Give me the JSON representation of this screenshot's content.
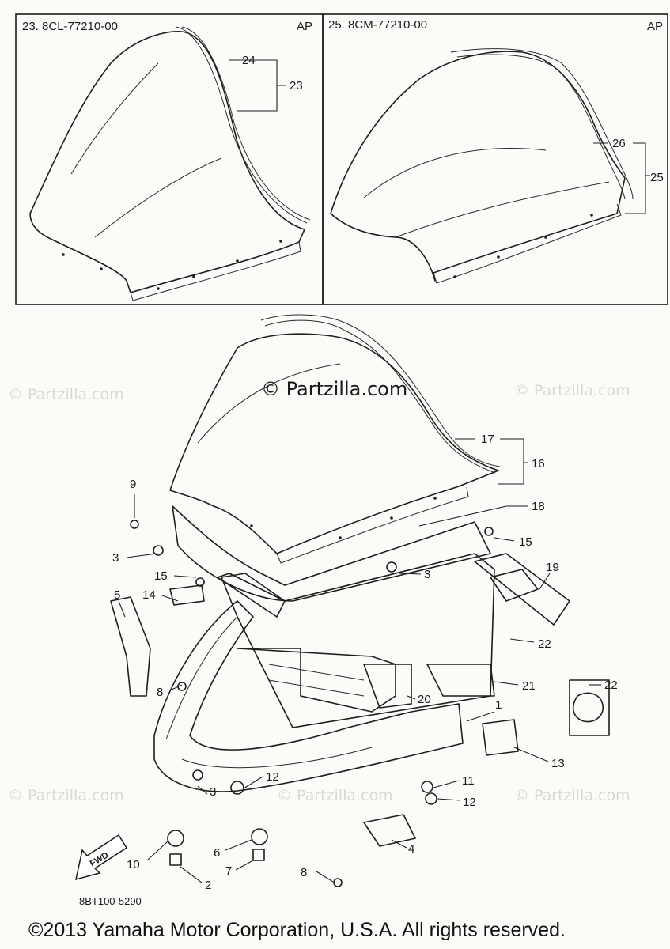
{
  "insets": [
    {
      "title": "23. 8CL-77210-00",
      "region": "AP"
    },
    {
      "title": "25. 8CM-77210-00",
      "region": "AP"
    }
  ],
  "watermark": {
    "main": "© Partzilla.com",
    "faint": "© Partzilla.com"
  },
  "callouts": [
    {
      "id": "c24",
      "text": "24"
    },
    {
      "id": "c23",
      "text": "23"
    },
    {
      "id": "c26",
      "text": "26"
    },
    {
      "id": "c25",
      "text": "25"
    },
    {
      "id": "c17",
      "text": "17"
    },
    {
      "id": "c16",
      "text": "16"
    },
    {
      "id": "c18",
      "text": "18"
    },
    {
      "id": "c9",
      "text": "9"
    },
    {
      "id": "c3a",
      "text": "3"
    },
    {
      "id": "c15a",
      "text": "15"
    },
    {
      "id": "c3b",
      "text": "3"
    },
    {
      "id": "c15b",
      "text": "15"
    },
    {
      "id": "c14",
      "text": "14"
    },
    {
      "id": "c19",
      "text": "19"
    },
    {
      "id": "c5",
      "text": "5"
    },
    {
      "id": "c22a",
      "text": "22"
    },
    {
      "id": "c21",
      "text": "21"
    },
    {
      "id": "c8a",
      "text": "8"
    },
    {
      "id": "c20",
      "text": "20"
    },
    {
      "id": "c22b",
      "text": "22"
    },
    {
      "id": "c1",
      "text": "1"
    },
    {
      "id": "c13",
      "text": "13"
    },
    {
      "id": "c12a",
      "text": "12"
    },
    {
      "id": "c11",
      "text": "11"
    },
    {
      "id": "c3c",
      "text": "3"
    },
    {
      "id": "c12b",
      "text": "12"
    },
    {
      "id": "c4",
      "text": "4"
    },
    {
      "id": "c10",
      "text": "10"
    },
    {
      "id": "c6",
      "text": "6"
    },
    {
      "id": "c7",
      "text": "7"
    },
    {
      "id": "c2",
      "text": "2"
    },
    {
      "id": "c8b",
      "text": "8"
    }
  ],
  "fwd_label": "FWD",
  "diagram_code": "8BT100-5290",
  "copyright": "©2013 Yamaha Motor Corporation, U.S.A. All rights reserved."
}
